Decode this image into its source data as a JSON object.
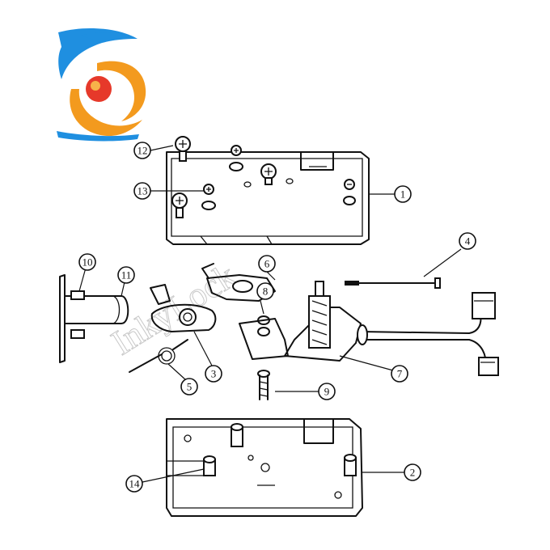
{
  "logo": {
    "colors": {
      "blue": "#1f8fe0",
      "orange": "#f39a1e",
      "red": "#e6392a"
    }
  },
  "watermark": {
    "text": "InkyLock"
  },
  "callouts": [
    {
      "id": "c1",
      "label": "1"
    },
    {
      "id": "c2",
      "label": "2"
    },
    {
      "id": "c3",
      "label": "3"
    },
    {
      "id": "c4",
      "label": "4"
    },
    {
      "id": "c5",
      "label": "5"
    },
    {
      "id": "c6",
      "label": "6"
    },
    {
      "id": "c7",
      "label": "7"
    },
    {
      "id": "c8",
      "label": "8"
    },
    {
      "id": "c9",
      "label": "9"
    },
    {
      "id": "c10",
      "label": "10"
    },
    {
      "id": "c11",
      "label": "11"
    },
    {
      "id": "c12",
      "label": "12"
    },
    {
      "id": "c13",
      "label": "13"
    },
    {
      "id": "c14",
      "label": "14"
    }
  ]
}
